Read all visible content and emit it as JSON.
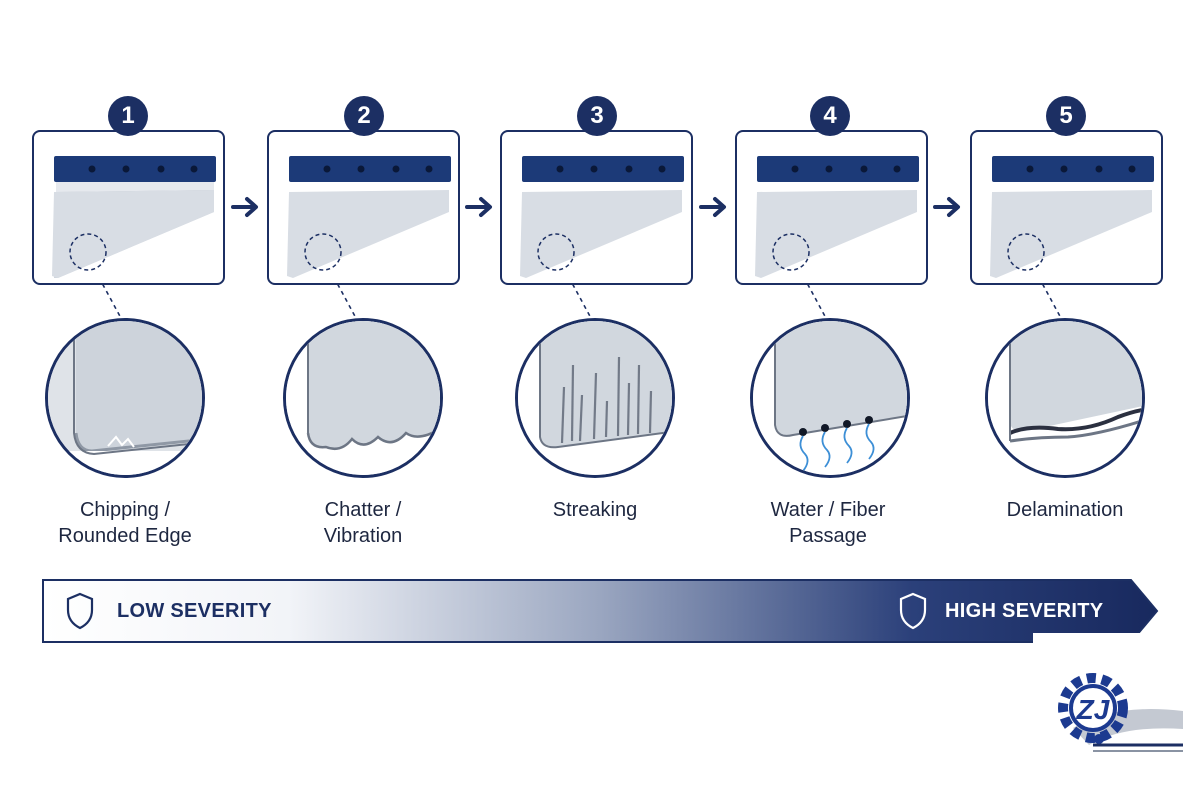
{
  "steps": [
    {
      "number": "1",
      "label_lines": [
        "Chipping /",
        "Rounded Edge"
      ],
      "defect": "chipping"
    },
    {
      "number": "2",
      "label_lines": [
        "Chatter /",
        "Vibration"
      ],
      "defect": "chatter"
    },
    {
      "number": "3",
      "label_lines": [
        "Streaking"
      ],
      "defect": "streaking"
    },
    {
      "number": "4",
      "label_lines": [
        "Water / Fiber",
        "Passage"
      ],
      "defect": "water-fiber"
    },
    {
      "number": "5",
      "label_lines": [
        "Delamination"
      ],
      "defect": "delamination"
    }
  ],
  "severity_scale": {
    "low_label": "LOW SEVERITY",
    "high_label": "HIGH SEVERITY",
    "icon": "shield-icon"
  },
  "logo": {
    "text": "ZJ",
    "icon": "gear-logo"
  },
  "colors": {
    "navy": "#1c2f63",
    "steel_light": "#e4e7ec",
    "steel_dark": "#a9b0bb",
    "water_blue": "#3d8fd6"
  }
}
